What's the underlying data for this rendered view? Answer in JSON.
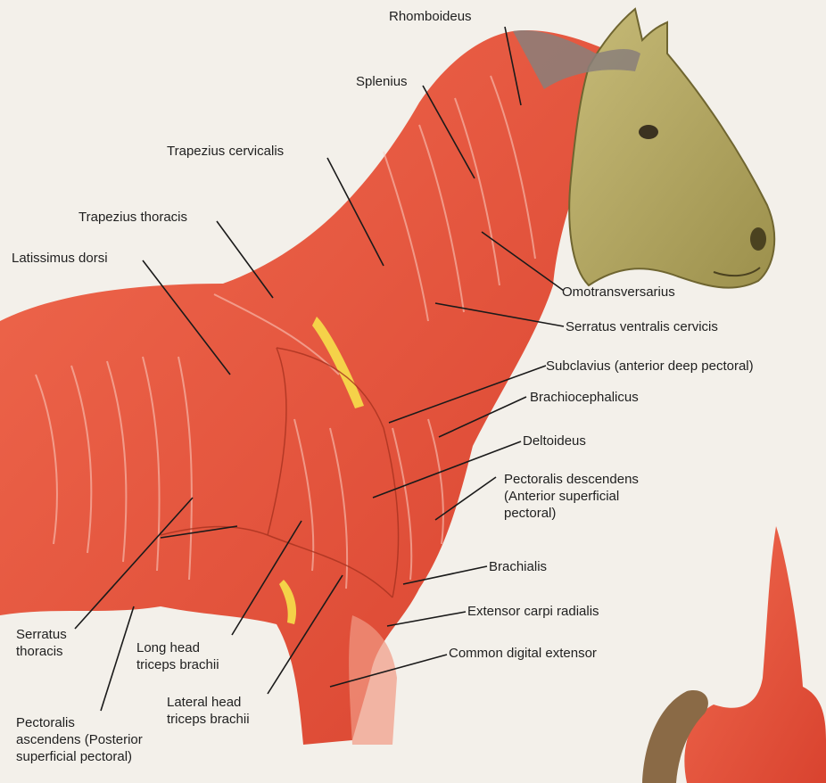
{
  "colors": {
    "background": "#f3f0ea",
    "muscle": "#e8553d",
    "muscle_dark": "#c63a2a",
    "muscle_light": "#f7a08a",
    "tendon": "#f4e34a",
    "head_skin": "#b4a862",
    "leader_line": "#1a1a1a",
    "label_text": "#1f1f1f"
  },
  "labels": {
    "rhomboideus": "Rhomboideus",
    "splenius": "Splenius",
    "trapezius_cervicalis": "Trapezius cervicalis",
    "trapezius_thoracis": "Trapezius thoracis",
    "latissimus_dorsi": "Latissimus dorsi",
    "omotransversarius": "Omotransversarius",
    "serratus_ventralis_cervicis": "Serratus ventralis cervicis",
    "subclavius": "Subclavius (anterior deep pectoral)",
    "brachiocephalicus": "Brachiocephalicus",
    "deltoideus": "Deltoideus",
    "pectoralis_descendens": "Pectoralis descendens\n(Anterior superficial\npectoral)",
    "brachialis": "Brachialis",
    "extensor_carpi_radialis": "Extensor carpi radialis",
    "common_digital_extensor": "Common digital extensor",
    "serratus_thoracis": "Serratus\nthoracis",
    "long_head_triceps": "Long head\ntriceps brachii",
    "lateral_head_triceps": "Lateral head\ntriceps brachii",
    "pectoralis_ascendens": "Pectoralis\nascendens (Posterior\nsuperficial pectoral)"
  }
}
